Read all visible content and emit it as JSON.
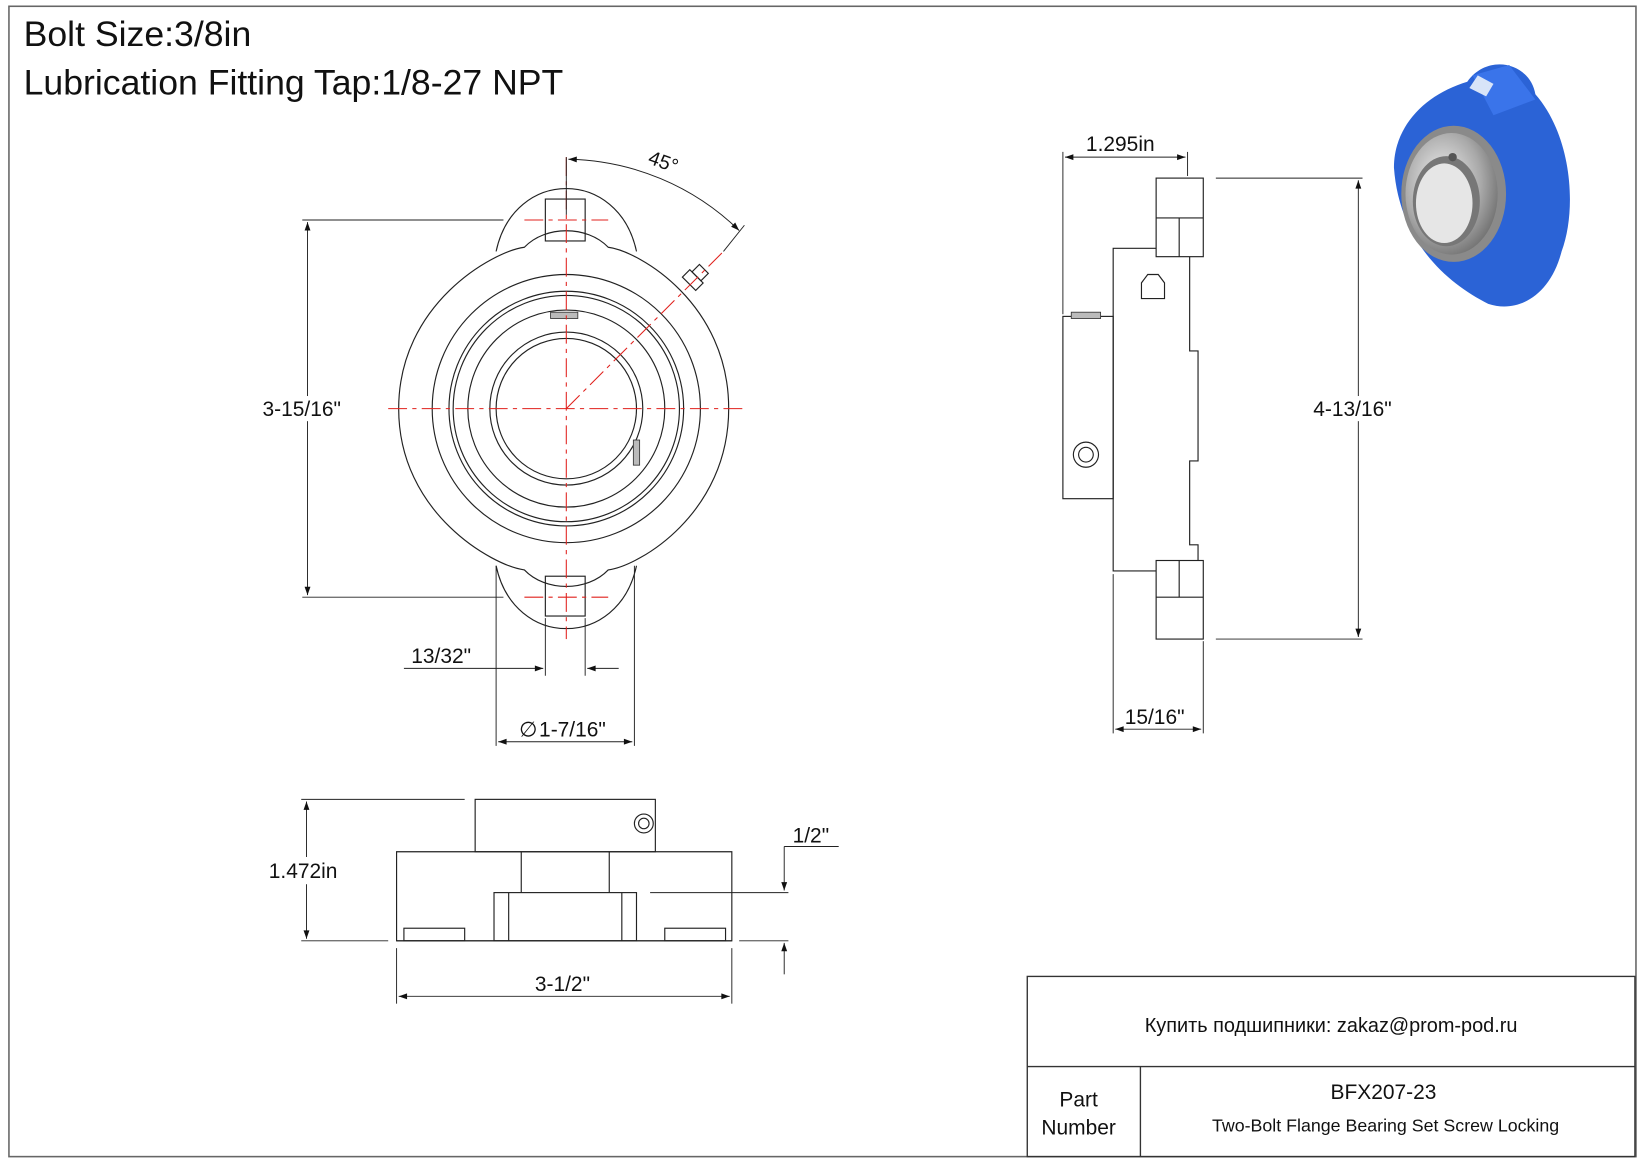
{
  "header": {
    "bolt_size": "Bolt Size:3/8in",
    "lube_fitting": "Lubrication Fitting Tap:1/8-27 NPT"
  },
  "front_view": {
    "angle": "45°",
    "height_dim": "3-15/16\"",
    "slot_dim": "13/32\"",
    "hub_dim": "1-7/16\"",
    "diameter_symbol": "∅"
  },
  "side_view": {
    "width_dim": "1.295in",
    "height_dim": "4-13/16\"",
    "flange_dim": "15/16\""
  },
  "bottom_view": {
    "height_dim": "1.472in",
    "offset_dim": "1/2\"",
    "width_dim": "3-1/2\""
  },
  "title_block": {
    "buy_text": "Купить подшипники: zakaz@prom-pod.ru",
    "part_label_1": "Part",
    "part_label_2": "Number",
    "part_number": "BFX207-23",
    "description": "Two-Bolt Flange Bearing Set Screw Locking"
  },
  "colors": {
    "housing": "#2b63d6",
    "centerline": "#e0201c"
  }
}
